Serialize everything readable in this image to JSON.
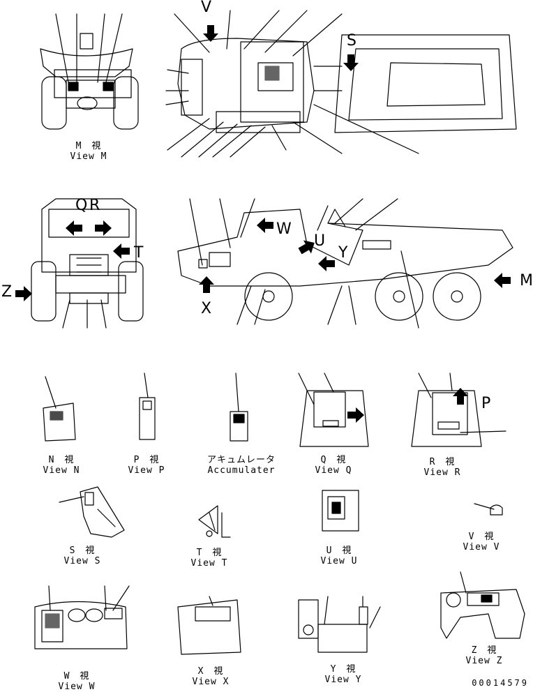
{
  "views": [
    {
      "jp": "M　視",
      "en": "View M"
    },
    {
      "jp": "N　視",
      "en": "View N"
    },
    {
      "jp": "P　視",
      "en": "View P"
    },
    {
      "jp": "アキュムレータ",
      "en": "Accumulater"
    },
    {
      "jp": "Q　視",
      "en": "View Q"
    },
    {
      "jp": "R　視",
      "en": "View R"
    },
    {
      "jp": "S　視",
      "en": "View S"
    },
    {
      "jp": "T　視",
      "en": "View T"
    },
    {
      "jp": "U　視",
      "en": "View U"
    },
    {
      "jp": "V　視",
      "en": "View V"
    },
    {
      "jp": "W　視",
      "en": "View W"
    },
    {
      "jp": "X　視",
      "en": "View X"
    },
    {
      "jp": "Y　視",
      "en": "View Y"
    },
    {
      "jp": "Z　視",
      "en": "View Z"
    }
  ],
  "markers": {
    "V": "V",
    "S": "S",
    "Q": "Q",
    "R": "R",
    "T": "T",
    "Z": "Z",
    "W": "W",
    "U": "U",
    "Y": "Y",
    "X": "X",
    "M": "M",
    "P": "P"
  },
  "doc_number": "00014579"
}
